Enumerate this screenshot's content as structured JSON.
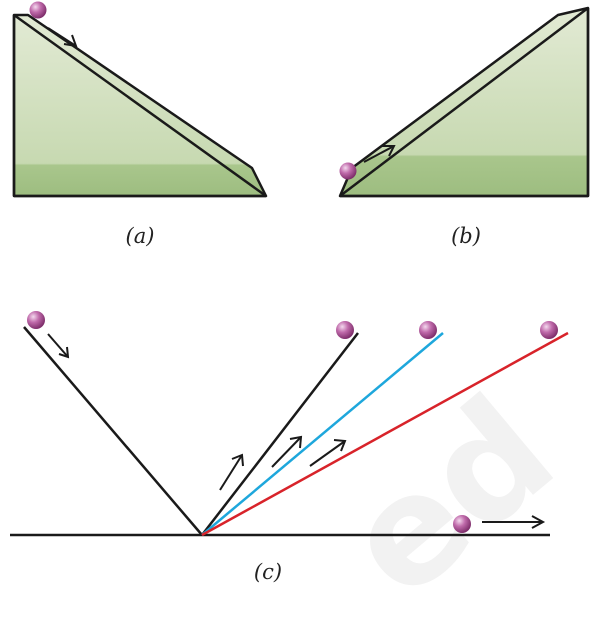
{
  "captions": {
    "a": "(a)",
    "b": "(b)",
    "c": "(c)"
  },
  "watermark": "ed",
  "colors": {
    "incline_fill_top": "#d9e5c8",
    "incline_fill_bottom": "#b9cf9d",
    "incline_base": "#9fbe7f",
    "outline": "#1a1a1a",
    "ball": "#b0559c",
    "ball_highlight": "#f1d0ea",
    "track_black": "#1a1a1a",
    "track_blue": "#1ea7dc",
    "track_red": "#d8232a",
    "arrow": "#1a1a1a"
  },
  "figure_c": {
    "tracks": [
      "black",
      "blue",
      "red"
    ]
  }
}
